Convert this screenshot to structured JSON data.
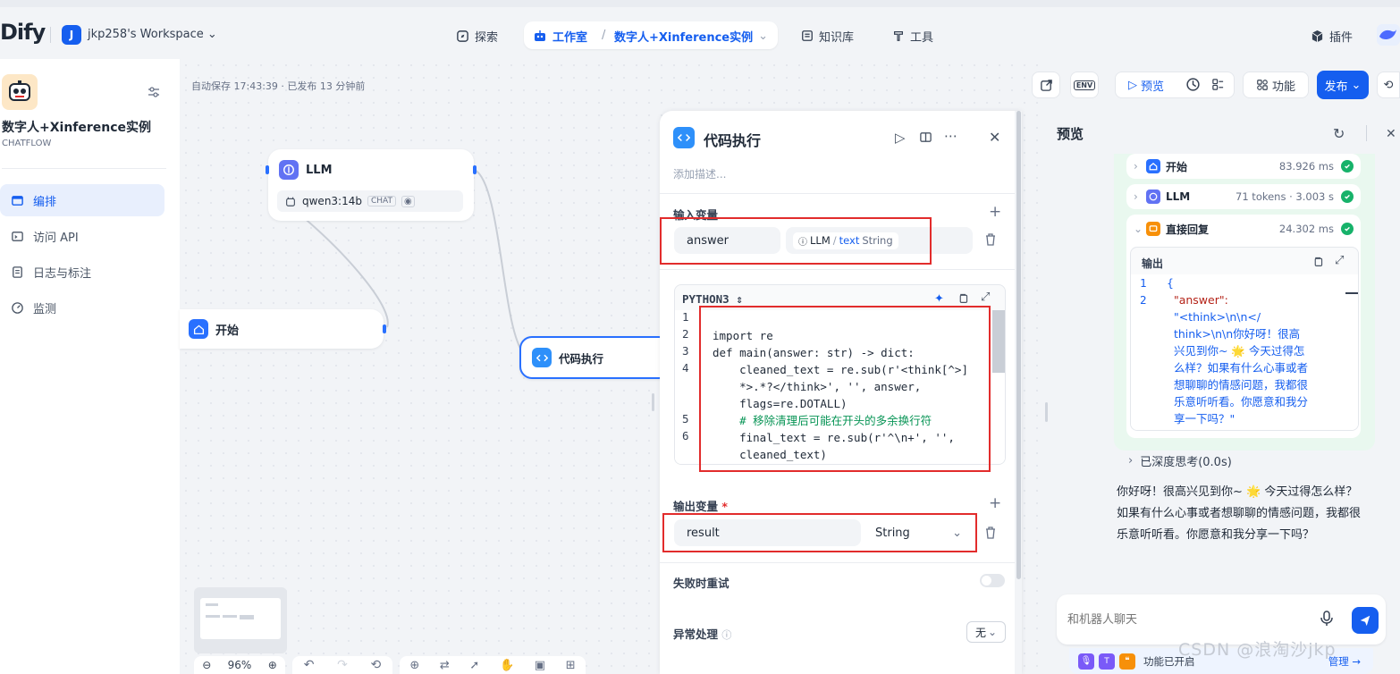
{
  "header": {
    "logo": "Dify",
    "workspace_initial": "J",
    "workspace_name": "jkp258's Workspace",
    "nav": {
      "explore": "探索",
      "studio": "工作室",
      "app_name": "数字人+Xinference实例",
      "knowledge": "知识库",
      "tools": "工具",
      "plugins": "插件"
    }
  },
  "sidebar": {
    "app_name": "数字人+Xinference实例",
    "app_type": "CHATFLOW",
    "items": [
      {
        "label": "编排"
      },
      {
        "label": "访问 API"
      },
      {
        "label": "日志与标注"
      },
      {
        "label": "监测"
      }
    ]
  },
  "canvas": {
    "autosave": "自动保存 17:43:39 · 已发布 13 分钟前",
    "zoom": "96%",
    "nodes": {
      "llm": {
        "title": "LLM",
        "model": "qwen3:14b",
        "badge": "CHAT"
      },
      "start": {
        "title": "开始"
      },
      "code": {
        "title": "代码执行"
      }
    }
  },
  "toolbar": {
    "preview": "预览",
    "features": "功能",
    "publish": "发布"
  },
  "code_panel": {
    "title": "代码执行",
    "description_placeholder": "添加描述...",
    "input_section": "输入变量",
    "input_var_name": "answer",
    "input_source_node": "LLM",
    "input_source_sep": "/",
    "input_source_var": "text",
    "input_source_type": "String",
    "language": "PYTHON3",
    "code_lines": [
      {
        "num": "1",
        "text": ""
      },
      {
        "num": "2",
        "text": "import re"
      },
      {
        "num": "3",
        "text": "def main(answer: str) -> dict:"
      },
      {
        "num": "4",
        "text": "    cleaned_text = re.sub(r'<think[^>]"
      },
      {
        "num": "",
        "text": "    *>.*?</think>', '', answer,"
      },
      {
        "num": "",
        "text": "    flags=re.DOTALL)"
      },
      {
        "num": "5",
        "text": "    # 移除清理后可能在开头的多余换行符"
      },
      {
        "num": "6",
        "text": "    final_text = re.sub(r'^\\n+', '',"
      },
      {
        "num": "",
        "text": "    cleaned_text)"
      }
    ],
    "output_section": "输出变量",
    "output_required": "*",
    "output_var_name": "result",
    "output_type": "String",
    "retry_label": "失败时重试",
    "error_label": "异常处理",
    "error_value": "无"
  },
  "preview": {
    "title": "预览",
    "trace": [
      {
        "name": "开始",
        "meta": "83.926 ms"
      },
      {
        "name": "LLM",
        "meta": "71 tokens · 3.003 s"
      },
      {
        "name": "直接回复",
        "meta": "24.302 ms"
      }
    ],
    "output_label": "输出",
    "output_lines": [
      {
        "num": "1",
        "text": "{"
      },
      {
        "num": "2",
        "text": "  \"answer\":"
      },
      {
        "num": "",
        "text": "  \"<think>\\n\\n</"
      },
      {
        "num": "",
        "text": "  think>\\n\\n你好呀！很高"
      },
      {
        "num": "",
        "text": "  兴见到你~ 🌟 今天过得怎"
      },
      {
        "num": "",
        "text": "  么样？如果有什么心事或者"
      },
      {
        "num": "",
        "text": "  想聊聊的情感问题，我都很"
      },
      {
        "num": "",
        "text": "  乐意听听看。你愿意和我分"
      },
      {
        "num": "",
        "text": "  享一下吗？\""
      }
    ],
    "thinking": "已深度思考(0.0s)",
    "answer": "你好呀！很高兴见到你~ 🌟 今天过得怎么样？如果有什么心事或者想聊聊的情感问题，我都很乐意听听看。你愿意和我分享一下吗？",
    "chat_placeholder": "和机器人聊天",
    "features_enabled": "功能已开启",
    "manage": "管理"
  },
  "watermark": "CSDN @浪淘沙jkp"
}
